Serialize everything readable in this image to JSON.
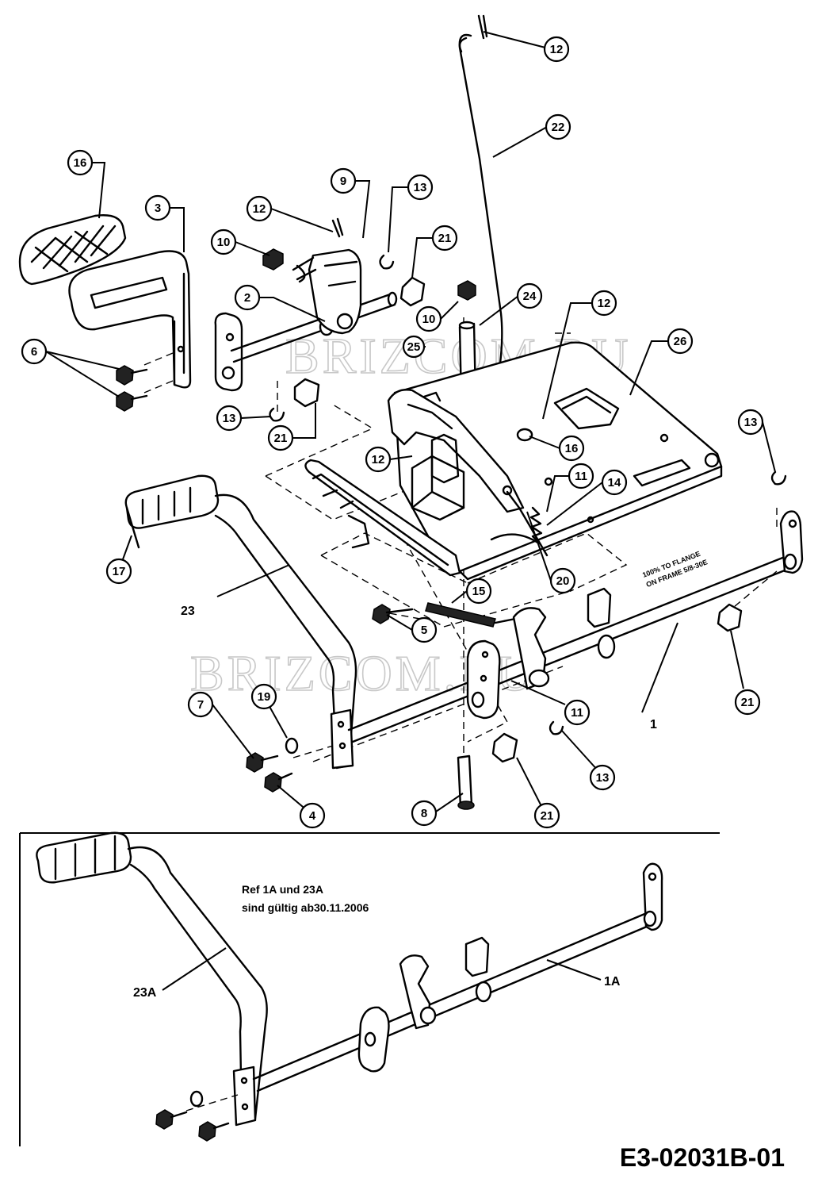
{
  "diagram": {
    "document_code": "E3-02031B-01",
    "watermark": "BRIZCOM.RU",
    "inset_note": [
      "Ref  1A  und 23A",
      "sind gültig  ab30.11.2006"
    ],
    "inset_divider_visible": true,
    "stamp_text": [
      "100% TO FLANGE",
      "ON FRAME 5/8-30E"
    ]
  },
  "callouts": [
    {
      "id": "c-12-top",
      "label": "12"
    },
    {
      "id": "c-22",
      "label": "22"
    },
    {
      "id": "c-16-top",
      "label": "16"
    },
    {
      "id": "c-3",
      "label": "3"
    },
    {
      "id": "c-9",
      "label": "9"
    },
    {
      "id": "c-13-top",
      "label": "13"
    },
    {
      "id": "c-12-mid",
      "label": "12"
    },
    {
      "id": "c-10-left",
      "label": "10"
    },
    {
      "id": "c-21-top",
      "label": "21"
    },
    {
      "id": "c-2",
      "label": "2"
    },
    {
      "id": "c-10-mid",
      "label": "10"
    },
    {
      "id": "c-24",
      "label": "24"
    },
    {
      "id": "c-12-right",
      "label": "12"
    },
    {
      "id": "c-6",
      "label": "6"
    },
    {
      "id": "c-25",
      "label": "25"
    },
    {
      "id": "c-26",
      "label": "26"
    },
    {
      "id": "c-13-left",
      "label": "13"
    },
    {
      "id": "c-21-left",
      "label": "21"
    },
    {
      "id": "c-13-right",
      "label": "13"
    },
    {
      "id": "c-16-mid",
      "label": "16"
    },
    {
      "id": "c-12-low",
      "label": "12"
    },
    {
      "id": "c-11-top",
      "label": "11"
    },
    {
      "id": "c-14",
      "label": "14"
    },
    {
      "id": "c-17",
      "label": "17"
    },
    {
      "id": "c-20",
      "label": "20"
    },
    {
      "id": "c-15",
      "label": "15"
    },
    {
      "id": "c-5",
      "label": "5"
    },
    {
      "id": "c-11-low",
      "label": "11"
    },
    {
      "id": "c-21-right",
      "label": "21"
    },
    {
      "id": "c-7",
      "label": "7"
    },
    {
      "id": "c-19",
      "label": "19"
    },
    {
      "id": "c-13-low",
      "label": "13"
    },
    {
      "id": "c-4",
      "label": "4"
    },
    {
      "id": "c-8",
      "label": "8"
    },
    {
      "id": "c-21-low",
      "label": "21"
    }
  ],
  "labels": [
    {
      "id": "l-23",
      "text": "23"
    },
    {
      "id": "l-1",
      "text": "1"
    },
    {
      "id": "l-23a",
      "text": "23A"
    },
    {
      "id": "l-1a",
      "text": "1A"
    }
  ]
}
